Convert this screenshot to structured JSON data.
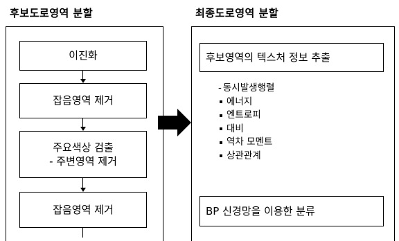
{
  "left_panel": {
    "title": "후보도로영역 분할",
    "steps": [
      {
        "lines": [
          "이진화"
        ]
      },
      {
        "lines": [
          "잡음영역 제거"
        ]
      },
      {
        "lines": [
          "주요색상 검출",
          "- 주변영역 제거"
        ]
      },
      {
        "lines": [
          "잡음영역 제거"
        ]
      }
    ]
  },
  "right_panel": {
    "title": "최종도로영역 분할",
    "top_box": "후보영역의 텍스처 정보 추출",
    "features": [
      {
        "marker": "-",
        "label": "동시발생행렬"
      },
      {
        "marker": "bullet",
        "label": "에너지"
      },
      {
        "marker": "bullet",
        "label": "엔트로피"
      },
      {
        "marker": "bullet",
        "label": "대비"
      },
      {
        "marker": "bullet",
        "label": "역차 모멘트"
      },
      {
        "marker": "bullet",
        "label": "상관관계"
      }
    ],
    "bottom_box": "BP 신경망을 이용한 분류"
  },
  "connector": {
    "icon": "right-arrow-icon",
    "color": "#000000"
  }
}
